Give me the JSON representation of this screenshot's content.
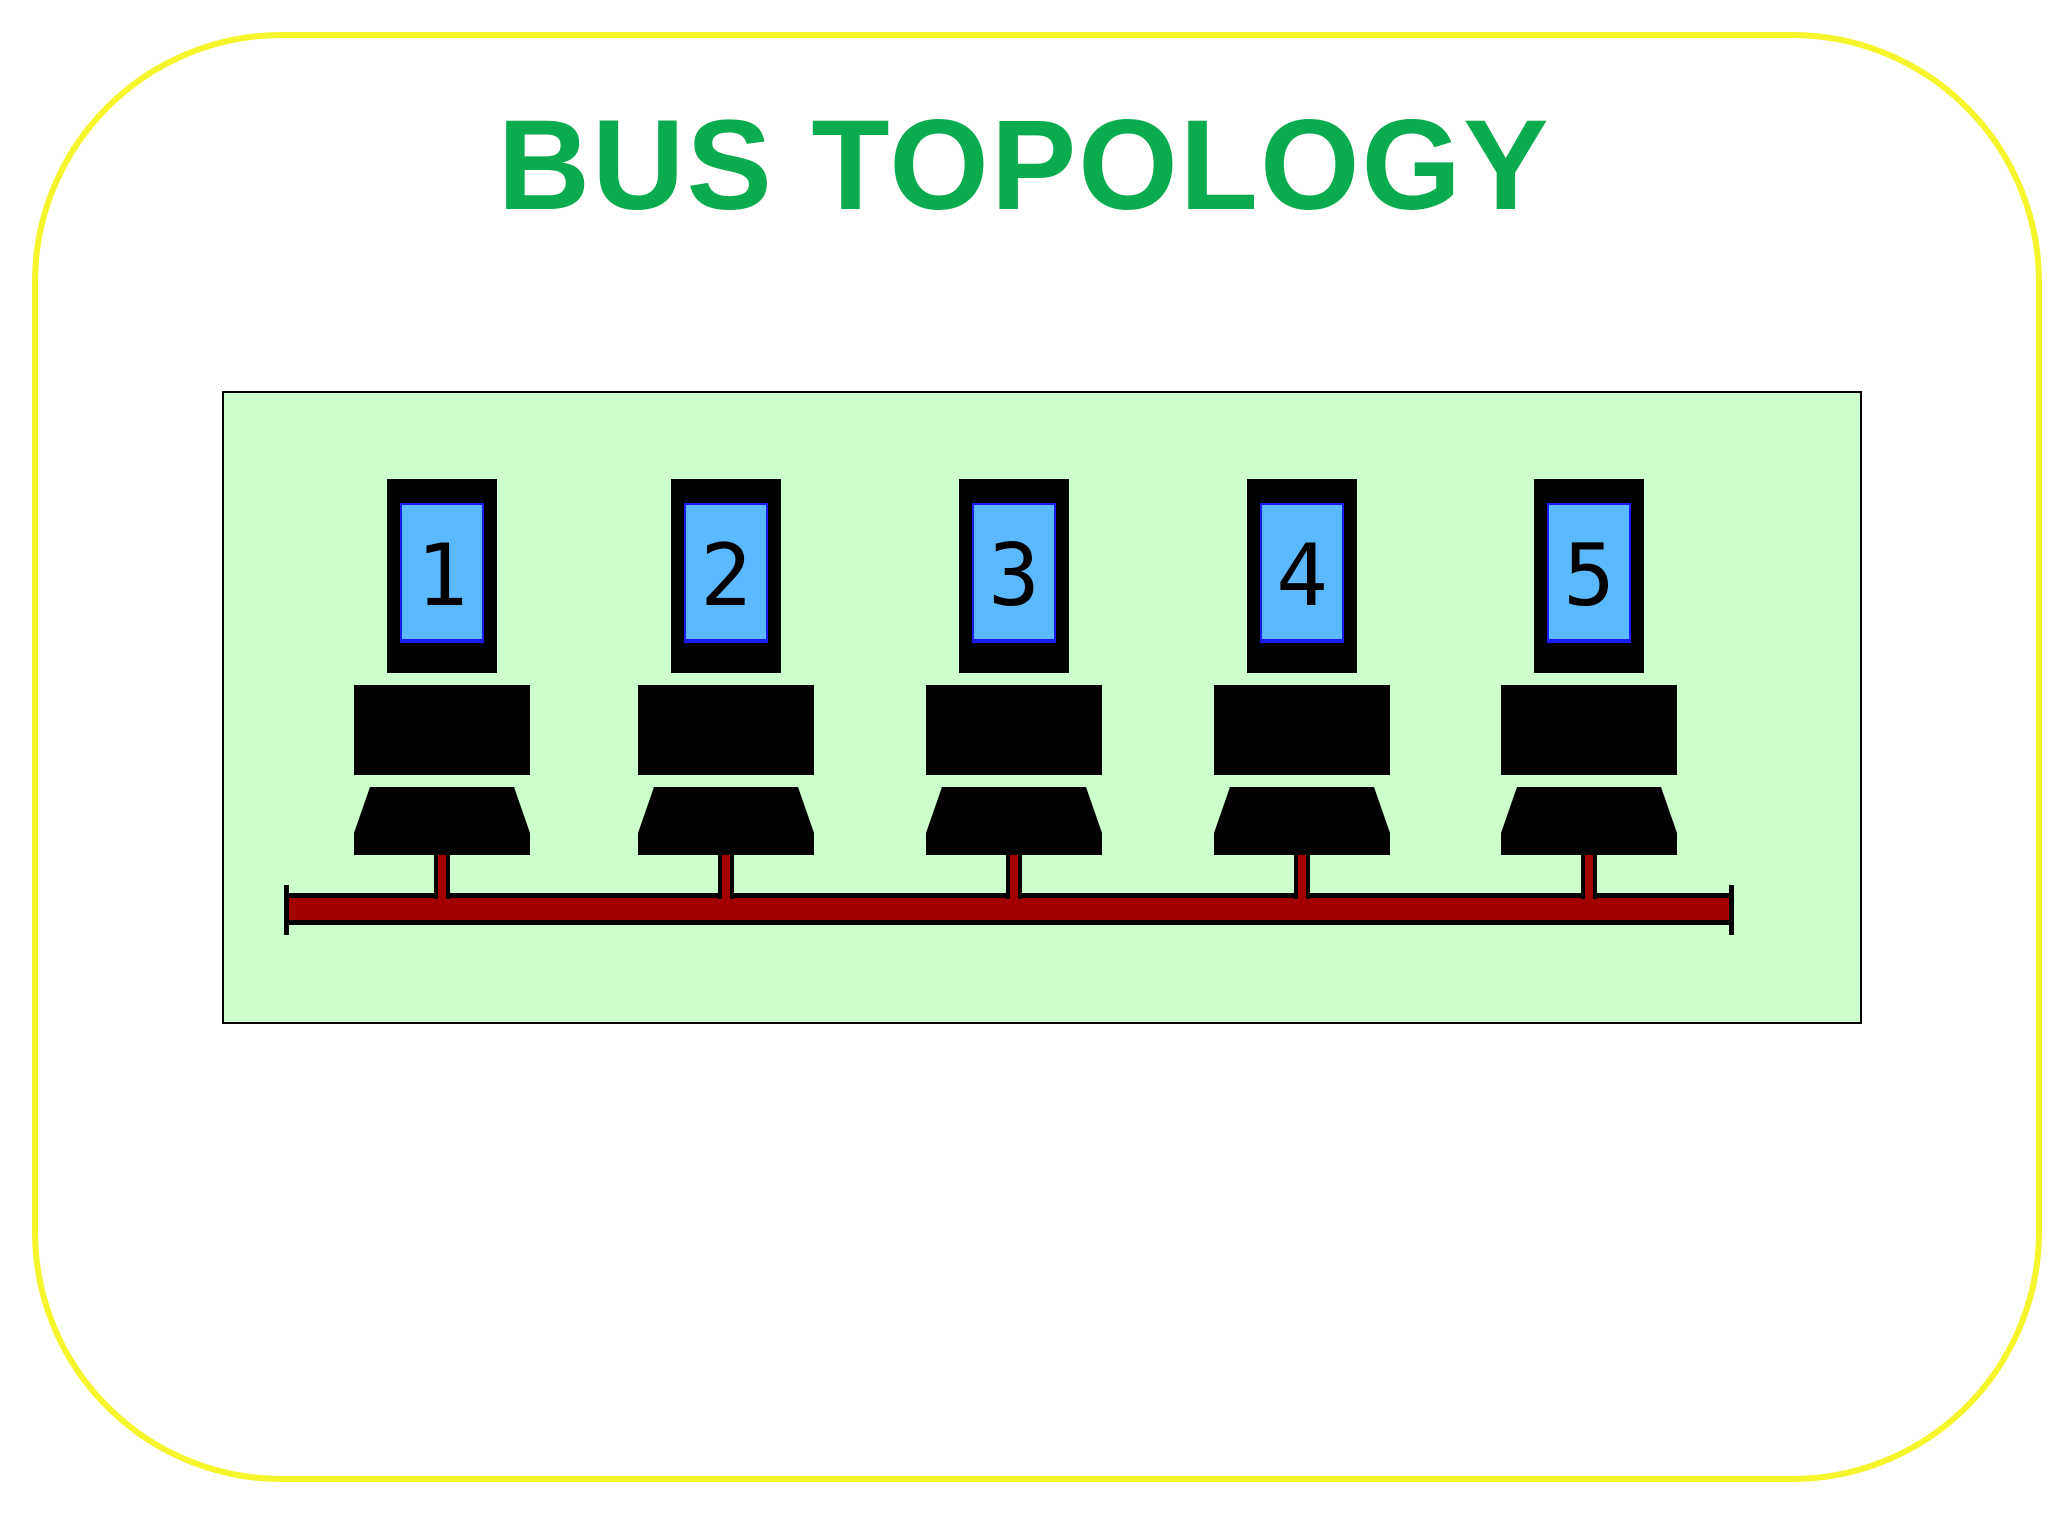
{
  "title": "BUS TOPOLOGY",
  "colors": {
    "frame": "#f4f52a",
    "title": "#0bab4f",
    "panel": "#ccffcc",
    "screen": "#5cb8ff",
    "computer": "#000000",
    "bus": "#a30000"
  },
  "nodes": [
    {
      "label": "1"
    },
    {
      "label": "2"
    },
    {
      "label": "3"
    },
    {
      "label": "4"
    },
    {
      "label": "5"
    }
  ]
}
